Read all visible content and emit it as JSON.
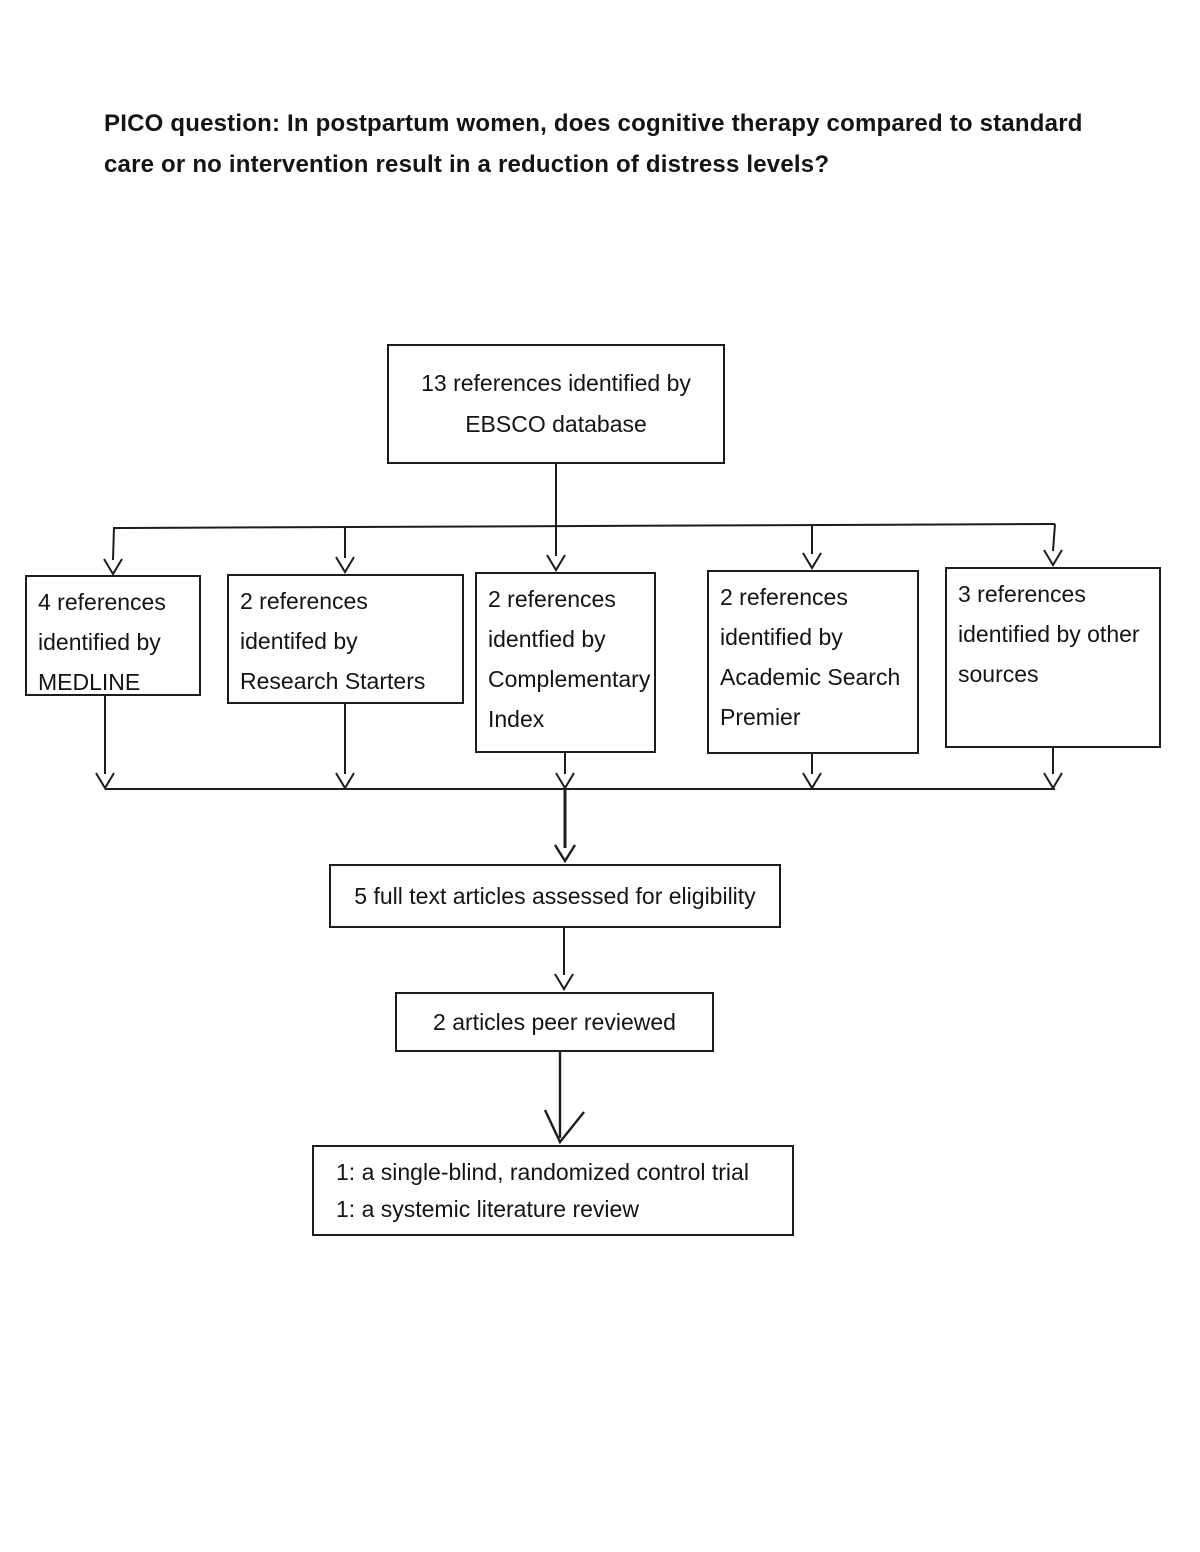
{
  "title": {
    "lines": [
      "PICO question: In postpartum women, does cognitive therapy compared to standard",
      "care or no intervention result in a reduction of distress levels?"
    ]
  },
  "flowchart": {
    "ebsco_box": {
      "lines": [
        "13 references identified by",
        "EBSCO database"
      ]
    },
    "source_boxes": [
      {
        "lines": [
          "4 references",
          "identified by",
          "MEDLINE"
        ]
      },
      {
        "lines": [
          "2 references",
          "identifed by",
          "Research Starters"
        ]
      },
      {
        "lines": [
          "2 references",
          "identfied by",
          "Complementary",
          "Index"
        ]
      },
      {
        "lines": [
          "2 references",
          "identified by",
          "Academic Search",
          "Premier"
        ]
      },
      {
        "lines": [
          "3 references",
          "identified by other",
          "sources"
        ]
      }
    ],
    "eligibility_box": {
      "lines": [
        "5 full text articles assessed for eligibility"
      ]
    },
    "peer_review_box": {
      "lines": [
        "2 articles peer reviewed"
      ]
    },
    "result_box": {
      "lines": [
        "1: a single-blind, randomized control trial",
        "1: a systemic literature review"
      ]
    }
  },
  "colors": {
    "line": "#1d1d1d",
    "text": "#141414",
    "background": "#ffffff"
  }
}
